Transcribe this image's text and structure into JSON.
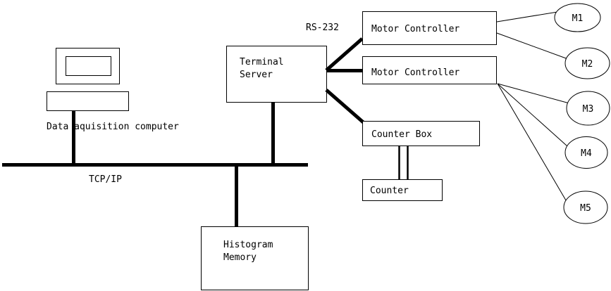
{
  "diagram": {
    "title": "Data acquisition system block diagram",
    "background_color": "#ffffff",
    "stroke_color": "#000000",
    "nodes": {
      "computer_monitor": {
        "label": ""
      },
      "computer_base": {
        "label": ""
      },
      "computer_caption": {
        "label": "Data aquisition computer"
      },
      "terminal_server": {
        "line1": "Terminal",
        "line2": "Server"
      },
      "motor_controller_1": {
        "label": "Motor Controller"
      },
      "motor_controller_2": {
        "label": "Motor Controller"
      },
      "counter_box": {
        "label": "Counter Box"
      },
      "counter": {
        "label": "Counter"
      },
      "histogram_memory": {
        "line1": "Histogram",
        "line2": "Memory"
      },
      "motor_m1": {
        "label": "M1"
      },
      "motor_m2": {
        "label": "M2"
      },
      "motor_m3": {
        "label": "M3"
      },
      "motor_m4": {
        "label": "M4"
      },
      "motor_m5": {
        "label": "M5"
      }
    },
    "edges": {
      "rs232_label": "RS-232",
      "bus_label": "TCP/IP"
    }
  }
}
